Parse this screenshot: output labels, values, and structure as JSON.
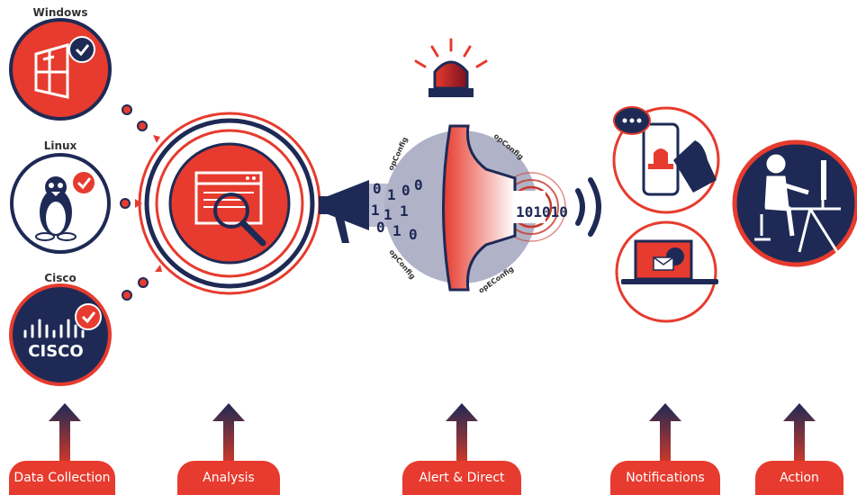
{
  "sources": {
    "windows": "Windows",
    "linux": "Linux",
    "cisco": "Cisco",
    "cisco_logo_text": "CISCO"
  },
  "center": {
    "binary_left": [
      "0",
      "1",
      "0",
      "0",
      "1",
      "1",
      "1",
      "0",
      "1",
      "0"
    ],
    "binary_right": "101010",
    "config_labels": [
      "opConfig",
      "opConfig",
      "opConfig",
      "opEConfig"
    ]
  },
  "stages": [
    "Data Collection",
    "Analysis",
    "Alert & Direct",
    "Notifications",
    "Action"
  ],
  "colors": {
    "red": "#e63b2e",
    "navy": "#1e2a55",
    "dark_red": "#8b1a2b"
  }
}
